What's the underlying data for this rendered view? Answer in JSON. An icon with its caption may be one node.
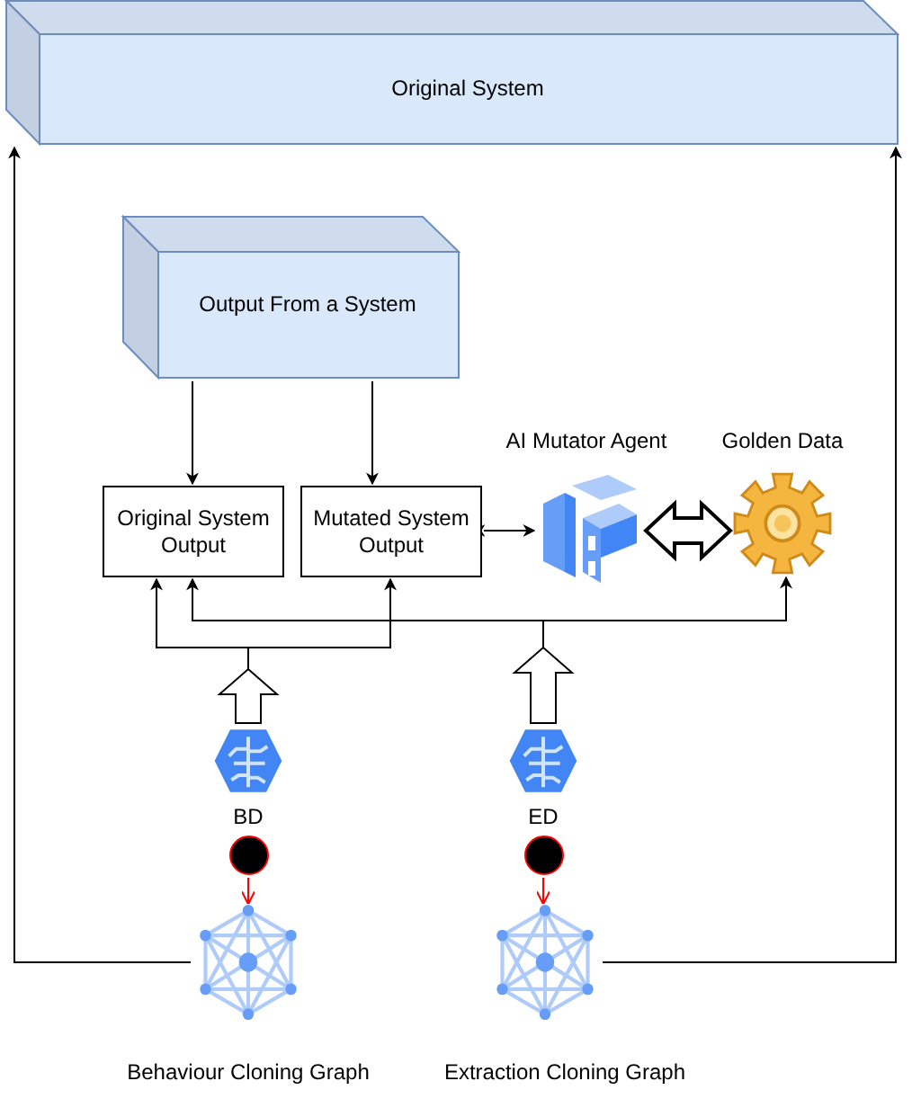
{
  "diagram": {
    "nodes": [
      {
        "text": [
          "Original System"
        ]
      },
      {
        "text": [
          "Output From a System"
        ]
      },
      {
        "text": [
          "Original System Output"
        ]
      },
      {
        "text": [
          "Mutated System Output"
        ]
      },
      {
        "text": [
          "AI Mutator Agent"
        ]
      },
      {
        "text": [
          "Golden Data"
        ]
      },
      {
        "text": [
          "BD"
        ]
      },
      {
        "text": [
          "ED"
        ]
      },
      {
        "text": [],
        "shape": "circle"
      },
      {
        "text": [],
        "shape": "circle"
      },
      {
        "text": [
          "Behaviour Cloning Graph"
        ]
      },
      {
        "text": [
          "Extraction Cloning Graph"
        ]
      }
    ],
    "edges": [
      {
        "from": 1,
        "to": 2,
        "arrow": "to"
      },
      {
        "from": 1,
        "to": 3,
        "arrow": "to"
      },
      {
        "from": 3,
        "to": 4,
        "arrow": "both"
      },
      {
        "from": 4,
        "to": 5,
        "arrow": "both",
        "style": "thick"
      },
      {
        "from": 6,
        "to": 2,
        "arrow": "to"
      },
      {
        "from": 6,
        "to": 3,
        "arrow": "to"
      },
      {
        "from": 7,
        "to": 2,
        "arrow": "to"
      },
      {
        "from": 7,
        "to": 5,
        "arrow": "to"
      },
      {
        "from": 8,
        "to": 10,
        "arrow": "to",
        "color": "#ff0000"
      },
      {
        "from": 9,
        "to": 11,
        "arrow": "to",
        "color": "#ff0000"
      },
      {
        "from": 10,
        "to": 0,
        "arrow": "to"
      },
      {
        "from": 11,
        "to": 0,
        "arrow": "to"
      }
    ]
  }
}
